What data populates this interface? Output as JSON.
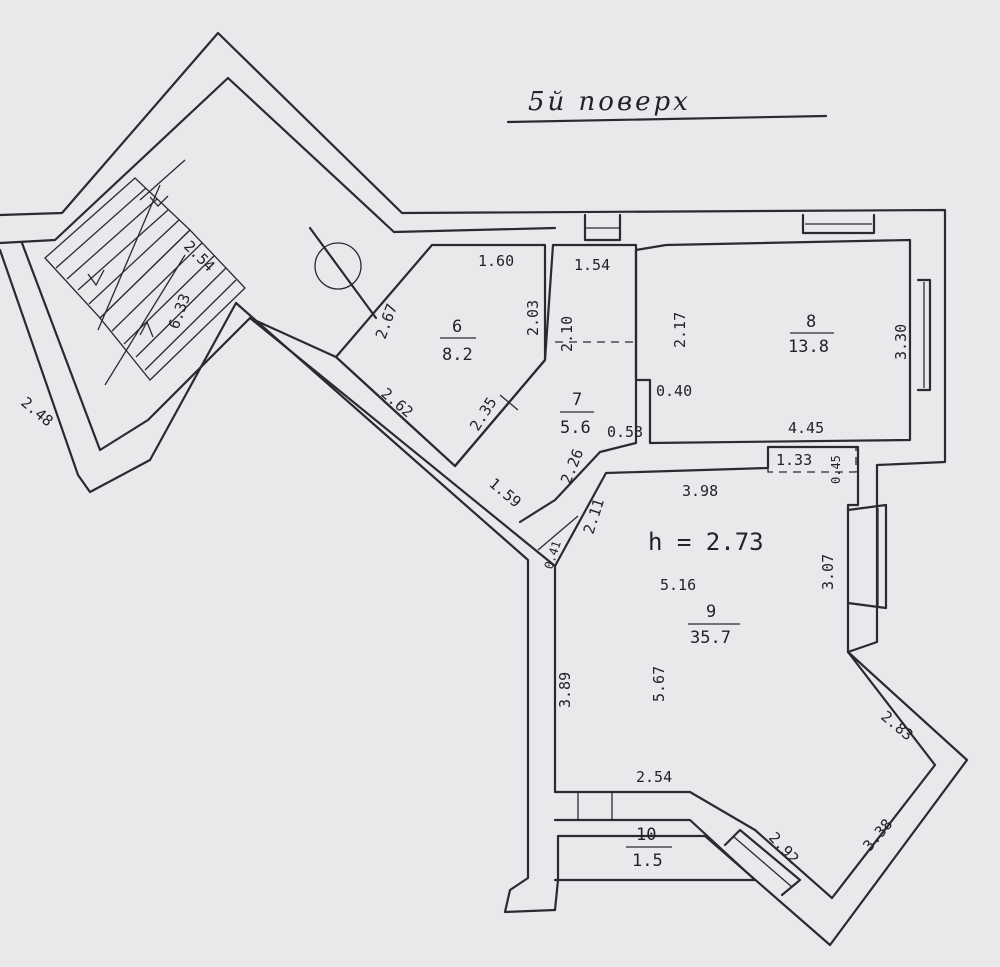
{
  "title": "5й поверх",
  "ceiling_height": "h = 2.73",
  "rooms": [
    {
      "number": "6",
      "area": "8.2"
    },
    {
      "number": "7",
      "area": "5.6"
    },
    {
      "number": "8",
      "area": "13.8"
    },
    {
      "number": "9",
      "area": "35.7"
    },
    {
      "number": "10",
      "area": "1.5"
    }
  ],
  "dimensions": {
    "stair_width": "2.54",
    "stair_length": "6.33",
    "stair_side": "2.48",
    "hall_entry": "2.67",
    "r6_top": "1.60",
    "r6_right": "2.03",
    "r6_diag": "2.35",
    "corridor": "2.62",
    "r7_top": "1.54",
    "r7_left": "2.10",
    "r7_small": "0.53",
    "r7_diag": "2.26",
    "r7_bottom": "1.59",
    "r7_side": "2.11",
    "r8_left": "2.17",
    "r8_right": "3.30",
    "r8_bottom": "4.45",
    "r8_gap": "0.40",
    "niche": "1.33",
    "niche_depth": "0.45",
    "r9_top": "3.98",
    "r9_inner": "5.16",
    "r9_height": "5.67",
    "r9_left": "3.89",
    "r9_right": "3.07",
    "r9_diag_upper": "2.83",
    "r9_diag_lower": "3.38",
    "r9_small": "0.41",
    "r10_top": "2.54",
    "r10_diag": "2.92"
  }
}
